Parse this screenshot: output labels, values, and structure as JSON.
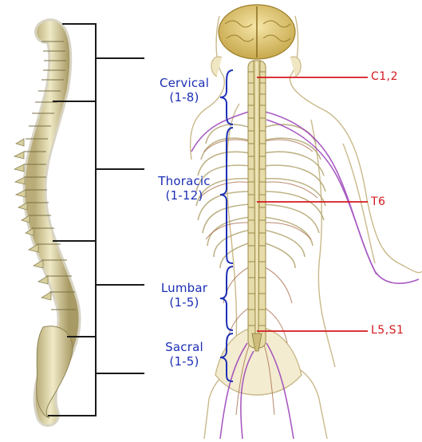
{
  "regions": [
    {
      "name": "Cervical",
      "range": "(1-8)"
    },
    {
      "name": "Thoracic",
      "range": "(1-12)"
    },
    {
      "name": "Lumbar",
      "range": "(1-5)"
    },
    {
      "name": "Sacral",
      "range": "(1-5)"
    }
  ],
  "levels": [
    "C1,2",
    "T6",
    "L5,S1"
  ],
  "colors": {
    "region_label": "#1c2fb4",
    "level_label": "#d4181e",
    "bone": "#e3dcb0",
    "nerve_purple": "#9a3fb8",
    "skin_outline": "#c9b98a"
  }
}
